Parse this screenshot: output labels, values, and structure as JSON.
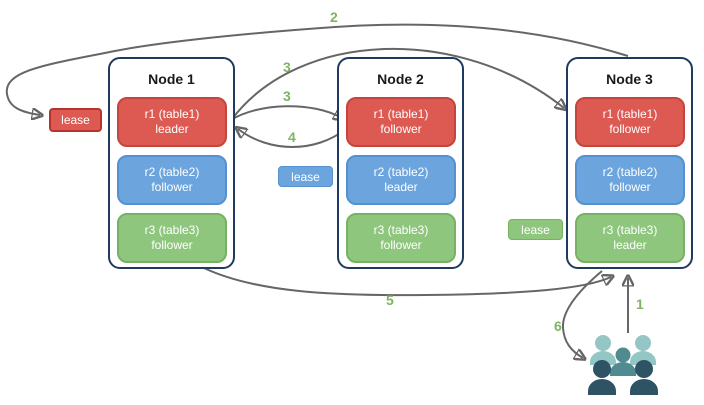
{
  "nodes": [
    {
      "title": "Node 1",
      "replicas": [
        {
          "label": "r1 (table1)",
          "role": "leader",
          "color": "red"
        },
        {
          "label": "r2 (table2)",
          "role": "follower",
          "color": "blue"
        },
        {
          "label": "r3 (table3)",
          "role": "follower",
          "color": "green"
        }
      ]
    },
    {
      "title": "Node 2",
      "replicas": [
        {
          "label": "r1 (table1)",
          "role": "follower",
          "color": "red"
        },
        {
          "label": "r2 (table2)",
          "role": "leader",
          "color": "blue"
        },
        {
          "label": "r3 (table3)",
          "role": "follower",
          "color": "green"
        }
      ]
    },
    {
      "title": "Node 3",
      "replicas": [
        {
          "label": "r1 (table1)",
          "role": "follower",
          "color": "red"
        },
        {
          "label": "r2 (table2)",
          "role": "follower",
          "color": "blue"
        },
        {
          "label": "r3 (table3)",
          "role": "leader",
          "color": "green"
        }
      ]
    }
  ],
  "leases": [
    {
      "label": "lease",
      "color": "red"
    },
    {
      "label": "lease",
      "color": "blue"
    },
    {
      "label": "lease",
      "color": "green"
    }
  ],
  "steps": {
    "s1": "1",
    "s2": "2",
    "s3a": "3",
    "s3b": "3",
    "s4": "4",
    "s5": "5",
    "s6": "6"
  },
  "icons": {
    "users": "users-group"
  },
  "colors": {
    "replica_red": "#dd5a53",
    "replica_blue": "#6ca5de",
    "replica_green": "#8fc67d",
    "node_border": "#1f3a5f",
    "arrow_gray": "#666666",
    "step_label_green": "#7db561",
    "users_light_teal": "#93c6c4",
    "users_mid_teal": "#4f8b91",
    "users_dark_teal": "#2d5365"
  }
}
